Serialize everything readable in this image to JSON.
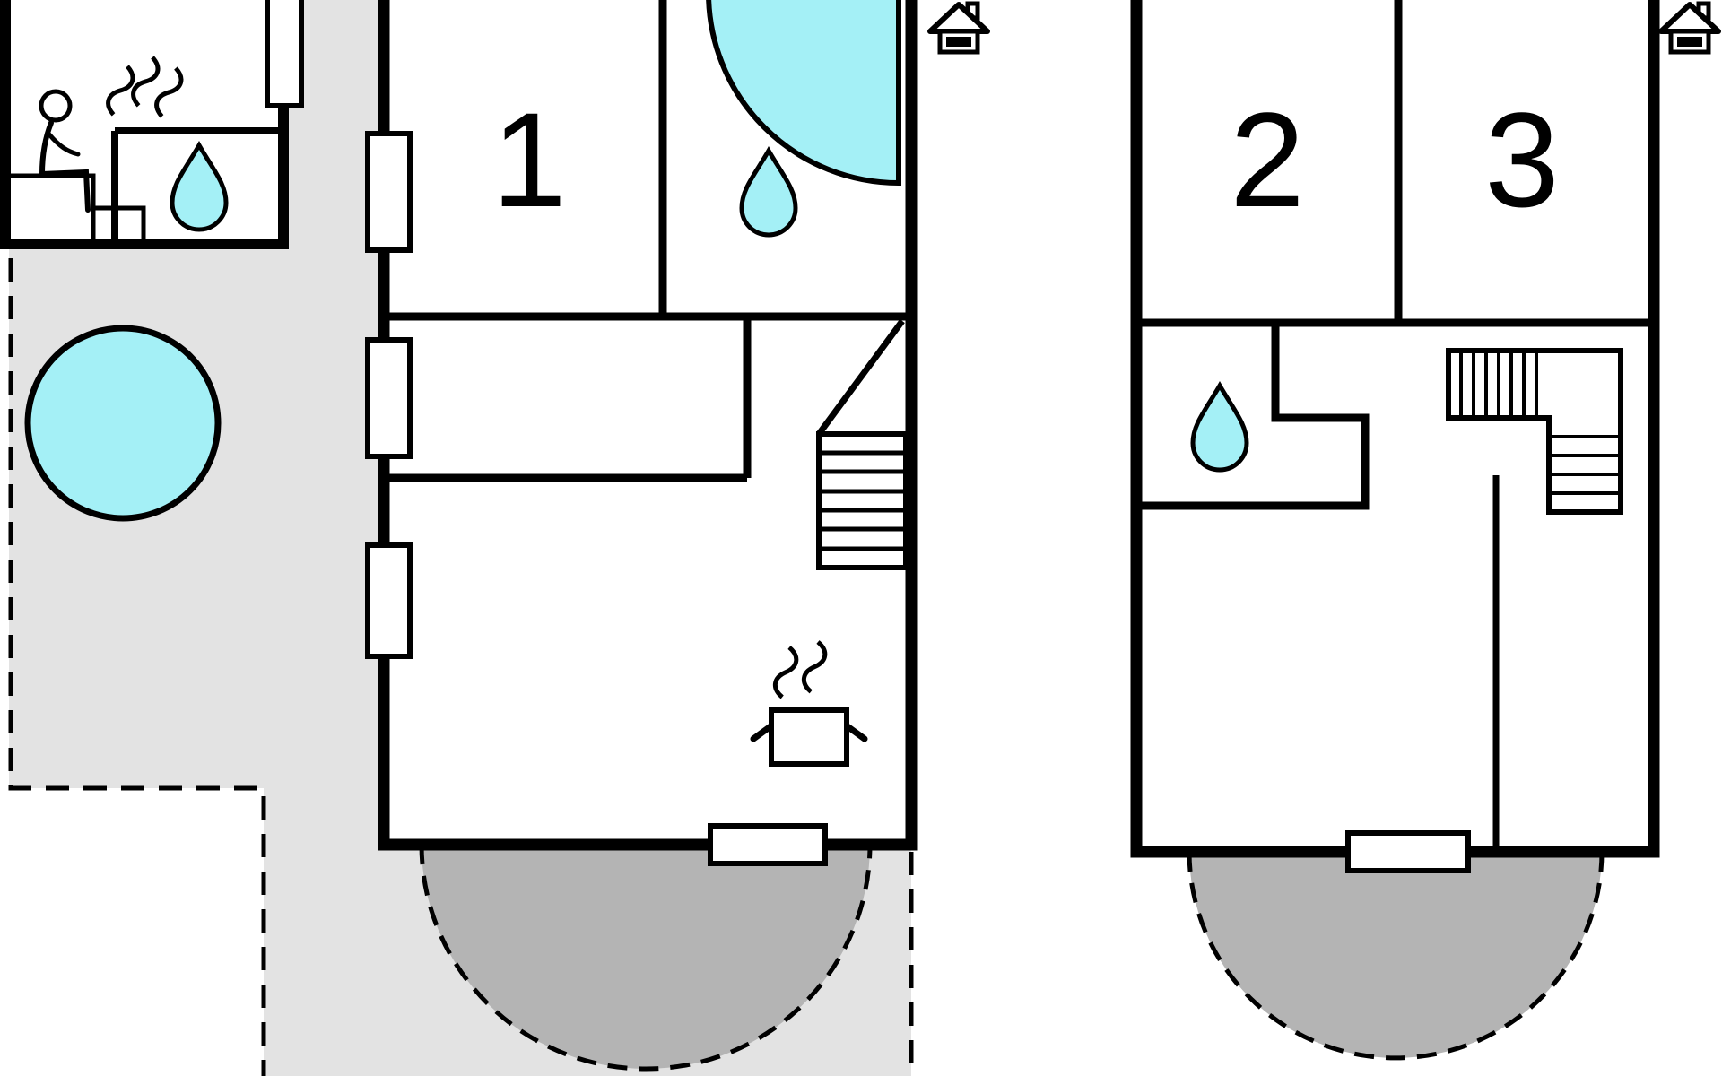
{
  "plan": {
    "type": "floor-plan",
    "rooms": {
      "r1": "1",
      "r2": "2",
      "r3": "3"
    },
    "colors": {
      "background": "#ffffff",
      "ground": "#e3e3e3",
      "terrace": "#b4b4b4",
      "water": "#a4f0f6",
      "line": "#000000"
    },
    "icons": [
      "sauna-person-icon",
      "steam-icon",
      "water-drop-icon",
      "hot-tub-icon",
      "shower-quarter-icon",
      "staircase-icon",
      "stove-icon",
      "house-marker-icon",
      "window-marker"
    ]
  }
}
